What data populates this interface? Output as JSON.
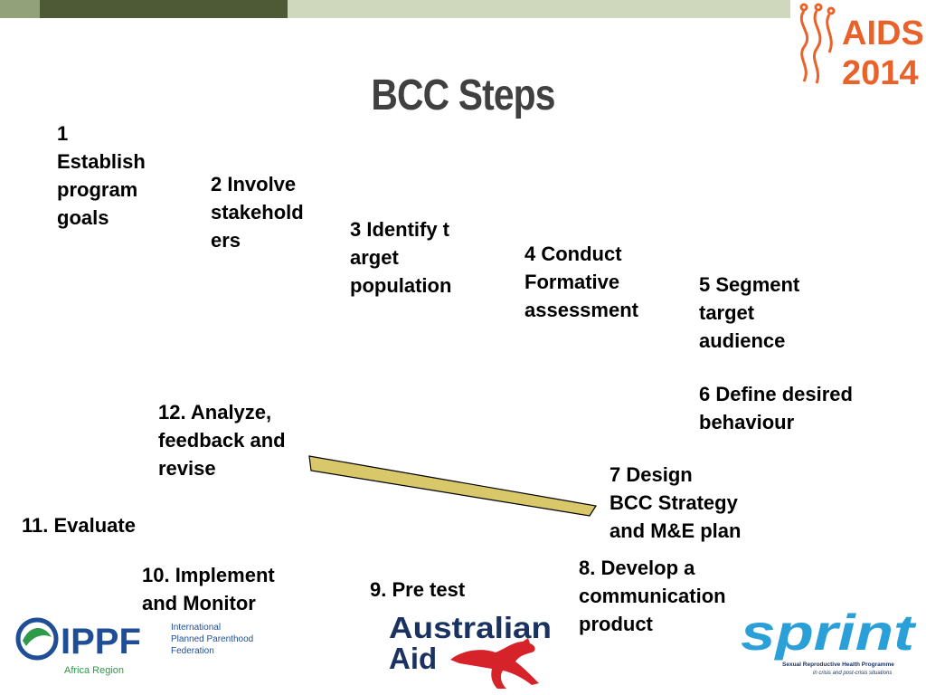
{
  "title": "BCC Steps",
  "steps": [
    "1\nEstablish\nprogram\ngoals",
    "2 Involve\nstakehold\ners",
    "3 Identify t\narget\npopulation",
    "4 Conduct\nFormative\nassessment",
    "5 Segment\ntarget\naudience",
    "6 Define desired\nbehaviour",
    "7 Design\nBCC Strategy\nand M&E plan",
    "8. Develop a\ncommunication\nproduct",
    "9. Pre test",
    "10. Implement\nand Monitor",
    "11. Evaluate",
    "12. Analyze,\nfeedback and\nrevise"
  ],
  "logos": {
    "aids_line1": "AIDS",
    "aids_line2": "2014",
    "ippf_name": "IPPF",
    "ippf_sub1": "International",
    "ippf_sub2": "Planned Parenthood",
    "ippf_sub3": "Federation",
    "ippf_region": "Africa Region",
    "aus_line1": "Australian",
    "aus_line2": "Aid",
    "sprint_name": "sprint",
    "sprint_sub1": "Sexual Reproductive Health Programme",
    "sprint_sub2": "in crisis and post-crisis situations"
  },
  "colors": {
    "title": "#404040",
    "aids_orange": "#e8622a",
    "ippf_blue": "#1f4e96",
    "aus_navy": "#1b3260",
    "aus_red": "#d6232a",
    "sprint_blue": "#2a9fd8",
    "arrow_fill": "#d9c86a"
  }
}
